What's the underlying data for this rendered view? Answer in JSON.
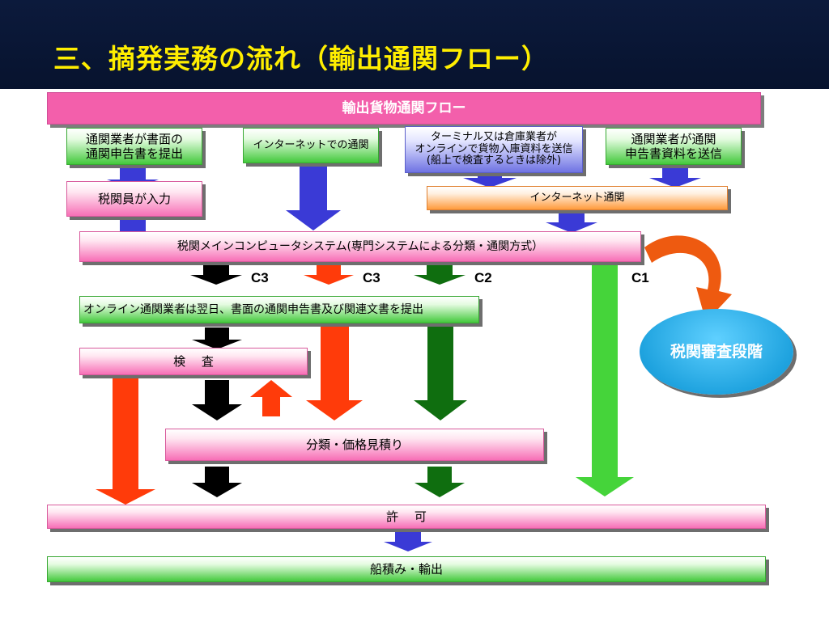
{
  "title": "三、摘発実務の流れ（輸出通関フロー）",
  "banner": "輸出貨物通関フロー",
  "boxes": {
    "broker_paper": "通関業者が書面の\n通関申告書を提出",
    "internet_customs": "インターネットでの通関",
    "terminal_warehouse": "ターミナル又は倉庫業者が\nオンラインで貨物入庫資料を送信\n(船上で検査するときは除外)",
    "broker_send": "通関業者が通関\n申告書資料を送信",
    "officer_input": "税関員が入力",
    "internet_clearance": "インターネット通関",
    "main_system": "税関メインコンピュータシステム(専門システムによる分類・通関方式）",
    "next_day_docs": "オンライン通関業者は翌日、書面の通関申告書及び関連文書を提出",
    "inspection": "検　 査",
    "classification": "分類・価格見積り",
    "permission": "許　 可",
    "loading": "船積み・輸出",
    "review": "税関審査段階"
  },
  "channels": [
    "C3",
    "C3",
    "C2",
    "C1"
  ],
  "colors": {
    "header": "#0c1a3c",
    "title": "#ffee00",
    "banner": "#f35fab",
    "review": "#2aa7e0",
    "blue_arrow": "#3a3ad6",
    "red_arrow": "#ff3b0a",
    "dark_green_arrow": "#0f6e0f",
    "light_green_arrow": "#45d43a",
    "black_arrow": "#000000",
    "orange_arrow": "#ee5a10"
  }
}
